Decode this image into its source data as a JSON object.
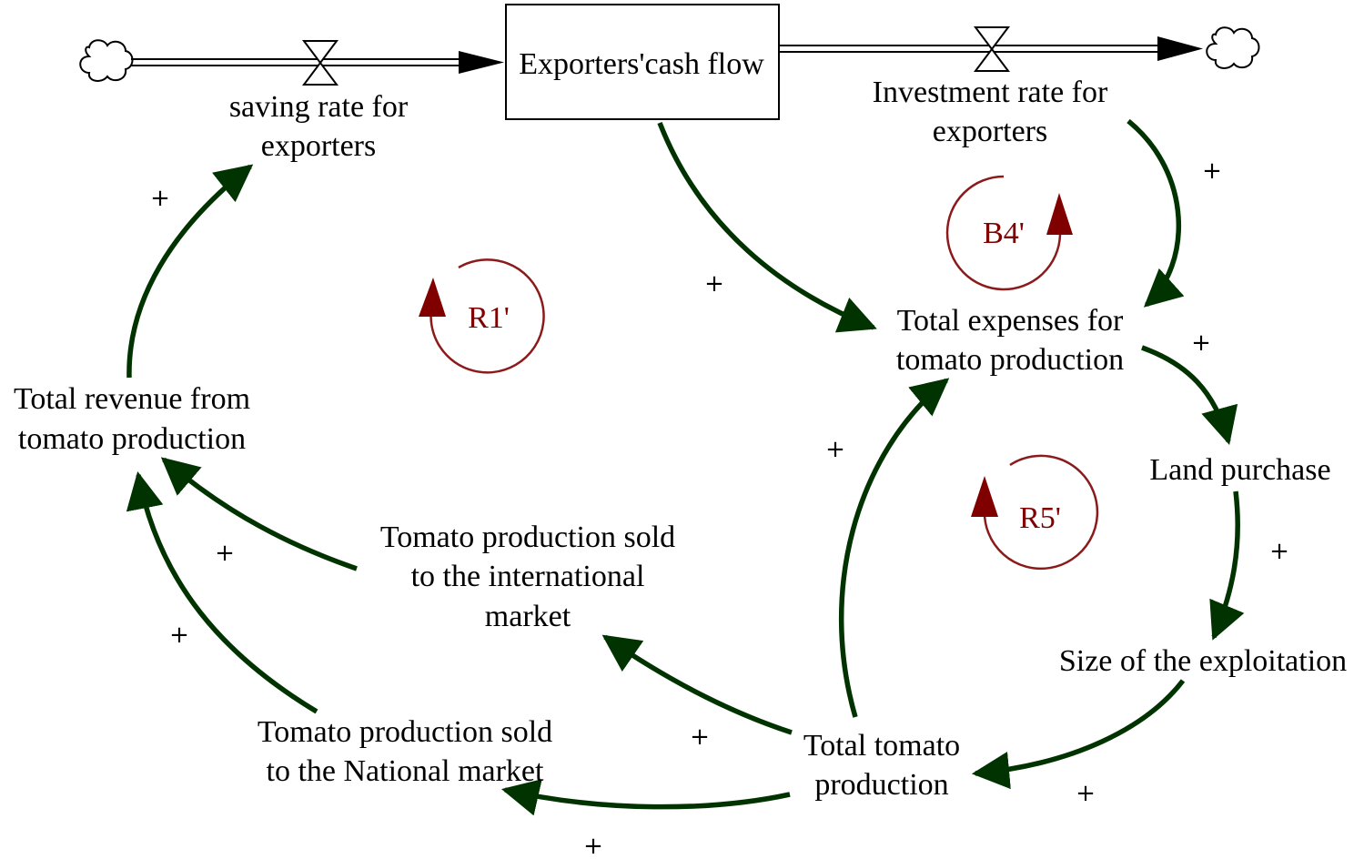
{
  "colors": {
    "link": "#003300",
    "loop": "#8b1a1a",
    "loop_label": "#800000",
    "text": "#000000",
    "background": "#ffffff"
  },
  "stock": {
    "label": "Exporters'cash flow"
  },
  "flows": {
    "inflow": [
      "saving rate for",
      "exporters"
    ],
    "outflow": [
      "Investment rate for",
      "exporters"
    ]
  },
  "variables": {
    "total_expenses": [
      "Total expenses for",
      "tomato production"
    ],
    "land_purchase": [
      "Land purchase"
    ],
    "size_exploitation": [
      "Size of the exploitation"
    ],
    "total_production": [
      "Total tomato",
      "production"
    ],
    "sold_international": [
      "Tomato production sold",
      "to the international",
      "market"
    ],
    "sold_national": [
      "Tomato production sold",
      "to the National market"
    ],
    "total_revenue": [
      "Total revenue from",
      "tomato production"
    ]
  },
  "loops": {
    "r1": "R1'",
    "b4": "B4'",
    "r5": "R5'"
  },
  "polarity": "+"
}
